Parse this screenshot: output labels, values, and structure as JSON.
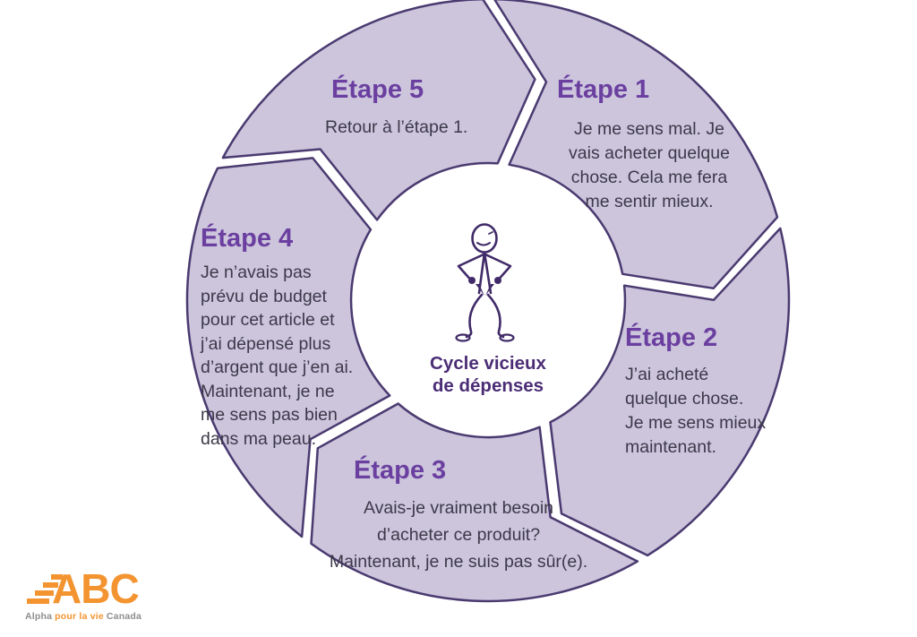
{
  "diagram": {
    "center": {
      "title": "Cycle vicieux\nde dépenses",
      "figure_icon": "person-hands-on-hips-icon"
    },
    "steps": [
      {
        "label": "Étape 1",
        "text": "Je me sens mal. Je\nvais acheter quelque\nchose. Cela me fera\nme sentir mieux."
      },
      {
        "label": "Étape 2",
        "text": "J’ai acheté\nquelque chose.\nJe me sens mieux\nmaintenant."
      },
      {
        "label": "Étape 3",
        "text": "Avais-je vraiment besoin\nd’acheter ce produit?\nMaintenant, je ne suis pas sûr(e)."
      },
      {
        "label": "Étape 4",
        "text": "Je n’avais pas\nprévu de budget\npour cet article et\nj’ai dépensé plus\nd’argent que j’en ai.\nMaintenant, je ne\nme sens pas bien\ndans ma peau."
      },
      {
        "label": "Étape 5",
        "text": "Retour à l’étape 1."
      }
    ]
  },
  "logo": {
    "wordmark": "ABC",
    "tagline_alpha": "Alpha",
    "tagline_pour": "pour la vie",
    "tagline_canada": "Canada"
  },
  "colors": {
    "background": "#FFFFFF",
    "segment_fill": "#CCC5DC",
    "segment_border": "#4A3A70",
    "step_label": "#6B3FA0",
    "step_text": "#3C3949",
    "center_title": "#4B2D76",
    "figure_stroke": "#402B68",
    "logo_orange": "#F39430",
    "tagline_gray": "#8D8D8D"
  }
}
